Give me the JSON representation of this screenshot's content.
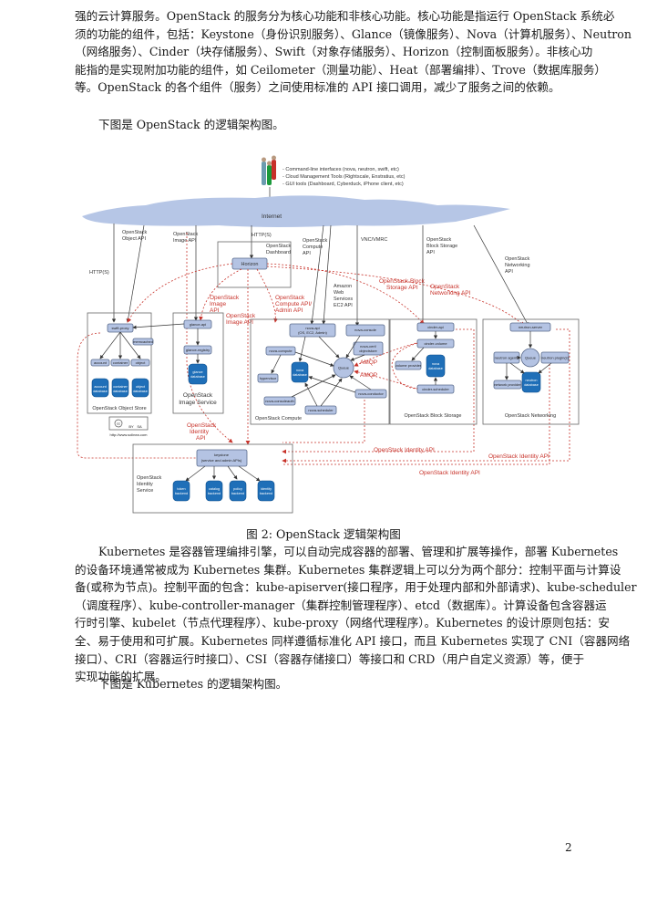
{
  "paragraph1": {
    "lines": [
      "强的云计算服务。OpenStack 的服务分为核心功能和非核心功能。核心功能是指运行 OpenStack 系统必",
      "须的功能的组件，包括：Keystone（身份识别服务）、Glance（镜像服务）、Nova（计算机服务）、Neutron",
      "（网络服务）、Cinder（块存储服务）、Swift（对象存储服务）、Horizon（控制面板服务）。非核心功",
      "能指的是实现附加功能的组件，如 Ceilometer（测量功能）、Heat（部署编排）、Trove（数据库服务）",
      "等。OpenStack 的各个组件（服务）之间使用标准的 API 接口调用，减少了服务之间的依赖。"
    ]
  },
  "paragraph2": "下图是 OpenStack 的逻辑架构图。",
  "figure": {
    "clients": [
      "- Command-line interfaces (nova, neutron, swift, etc)",
      "- Cloud Management Tools (Rightscale, Enstratius, etc)",
      "- GUI tools (Dashboard, Cyberduck, iPhone client, etc)"
    ],
    "internet": "Internet",
    "api_labels": {
      "object_api": [
        "OpenStack",
        "Object API"
      ],
      "image_api": [
        "OpenStack",
        "Image API"
      ],
      "https_top": "HTTP(S)",
      "https_left": "HTTP(S)",
      "dashboard": [
        "OpenStack",
        "Dashboard"
      ],
      "compute_api": [
        "OpenStack",
        "Compute",
        "API"
      ],
      "vnc": "VNC/VMRC",
      "block_storage_api": [
        "OpenStack",
        "Block Storage",
        "API"
      ],
      "networking_api": [
        "OpenStack",
        "Networking",
        "API"
      ],
      "amazon": [
        "Amazon",
        "Web",
        "Services",
        "EC2 API"
      ]
    },
    "red_labels": {
      "image_api": [
        "OpenStack",
        "Image",
        "API"
      ],
      "compute_admin": [
        "OpenStack",
        "Compute API/",
        "Admin API"
      ],
      "block_storage": [
        "OpenStack Block",
        "Storage API"
      ],
      "networking": [
        "OpenStack",
        "Networking API"
      ],
      "image_api2": [
        "OpenStack",
        "Image API"
      ],
      "identity": [
        "OpenStack",
        "Identity",
        "API"
      ],
      "identity_api": "OpenStack Identity API",
      "amqp": "AMQP"
    },
    "horizon": "Horizon",
    "object_store": {
      "title": "OpenStack Object Store",
      "proxy": "swift-proxy",
      "memcached": "memcached",
      "services": [
        "account",
        "container",
        "object"
      ],
      "databases": [
        [
          "account",
          "database"
        ],
        [
          "container",
          "database"
        ],
        [
          "object",
          "database"
        ]
      ]
    },
    "image_service": {
      "title": [
        "OpenStack",
        "Image Service"
      ],
      "api": "glance-api",
      "registry": "glance-registry",
      "database": [
        "glance",
        "database"
      ]
    },
    "compute": {
      "title": "OpenStack Compute",
      "api": [
        "nova-api",
        "(OS, EC2, Admin)"
      ],
      "console": "nova-console",
      "cert": [
        "nova-cert/",
        "objectstore"
      ],
      "compute": "nova-compute",
      "hypervisor": "hypervisor",
      "database": [
        "nova",
        "database"
      ],
      "queue": "Queue",
      "conductor": "nova-conductor",
      "consoleauth": "nova-consoleauth",
      "scheduler": "nova-scheduler"
    },
    "block_storage": {
      "title": "OpenStack Block Storage",
      "api": "cinder-api",
      "volume": "cinder-volume",
      "provider": "volume provider",
      "database": [
        "nova",
        "database"
      ],
      "scheduler": "cinder-scheduler"
    },
    "networking": {
      "title": "OpenStack Networking",
      "server": "neutron-server",
      "agents": "neutron agents",
      "queue": "Queue",
      "plugins": "neutron plugin(s)",
      "provider": "network provider",
      "database": [
        "neutron",
        "database"
      ]
    },
    "identity": {
      "title": [
        "OpenStack",
        "Identity",
        "Service"
      ],
      "keystone": [
        "keystone",
        "(service and admin APIs)"
      ],
      "backends": [
        [
          "token",
          "backend"
        ],
        [
          "catalog",
          "backend"
        ],
        [
          "policy",
          "backend"
        ],
        [
          "identity",
          "backend"
        ]
      ]
    },
    "license": {
      "cc": "cc",
      "by_sa": [
        "BY",
        "SA"
      ],
      "url": "http://www.solinea.com"
    }
  },
  "caption": "图 2:  OpenStack 逻辑架构图",
  "paragraph3": {
    "lines": [
      "Kubernetes 是容器管理编排引擎，可以自动完成容器的部署、管理和扩展等操作，部署 Kubernetes",
      "的设备环境通常被成为 Kubernetes 集群。Kubernetes 集群逻辑上可以分为两个部分：控制平面与计算设",
      "备(或称为节点)。控制平面的包含：kube-apiserver(接口程序，用于处理内部和外部请求)、kube-scheduler",
      "（调度程序）、kube-controller-manager（集群控制管理程序）、etcd（数据库）。计算设备包含容器运",
      "行时引擎、kubelet（节点代理程序）、kube-proxy（网络代理程序）。Kubernetes 的设计原则包括：安",
      "全、易于使用和可扩展。Kubernetes 同样遵循标准化 API 接口，而且 Kubernetes 实现了 CNI（容器网络",
      "接口）、CRI（容器运行时接口）、CSI（容器存储接口）等接口和 CRD（用户自定义资源）等，便于",
      "实现功能的扩展。"
    ]
  },
  "paragraph4": "下图是 Kubernetes 的逻辑架构图。",
  "page_number": "2",
  "colors": {
    "box_fill": "#b4c3e3",
    "box_stroke": "#5a6b8c",
    "db_fill": "#1f6fb8",
    "cloud": "#b6c6e6",
    "red": "#c8332b",
    "frame": "#555555"
  }
}
